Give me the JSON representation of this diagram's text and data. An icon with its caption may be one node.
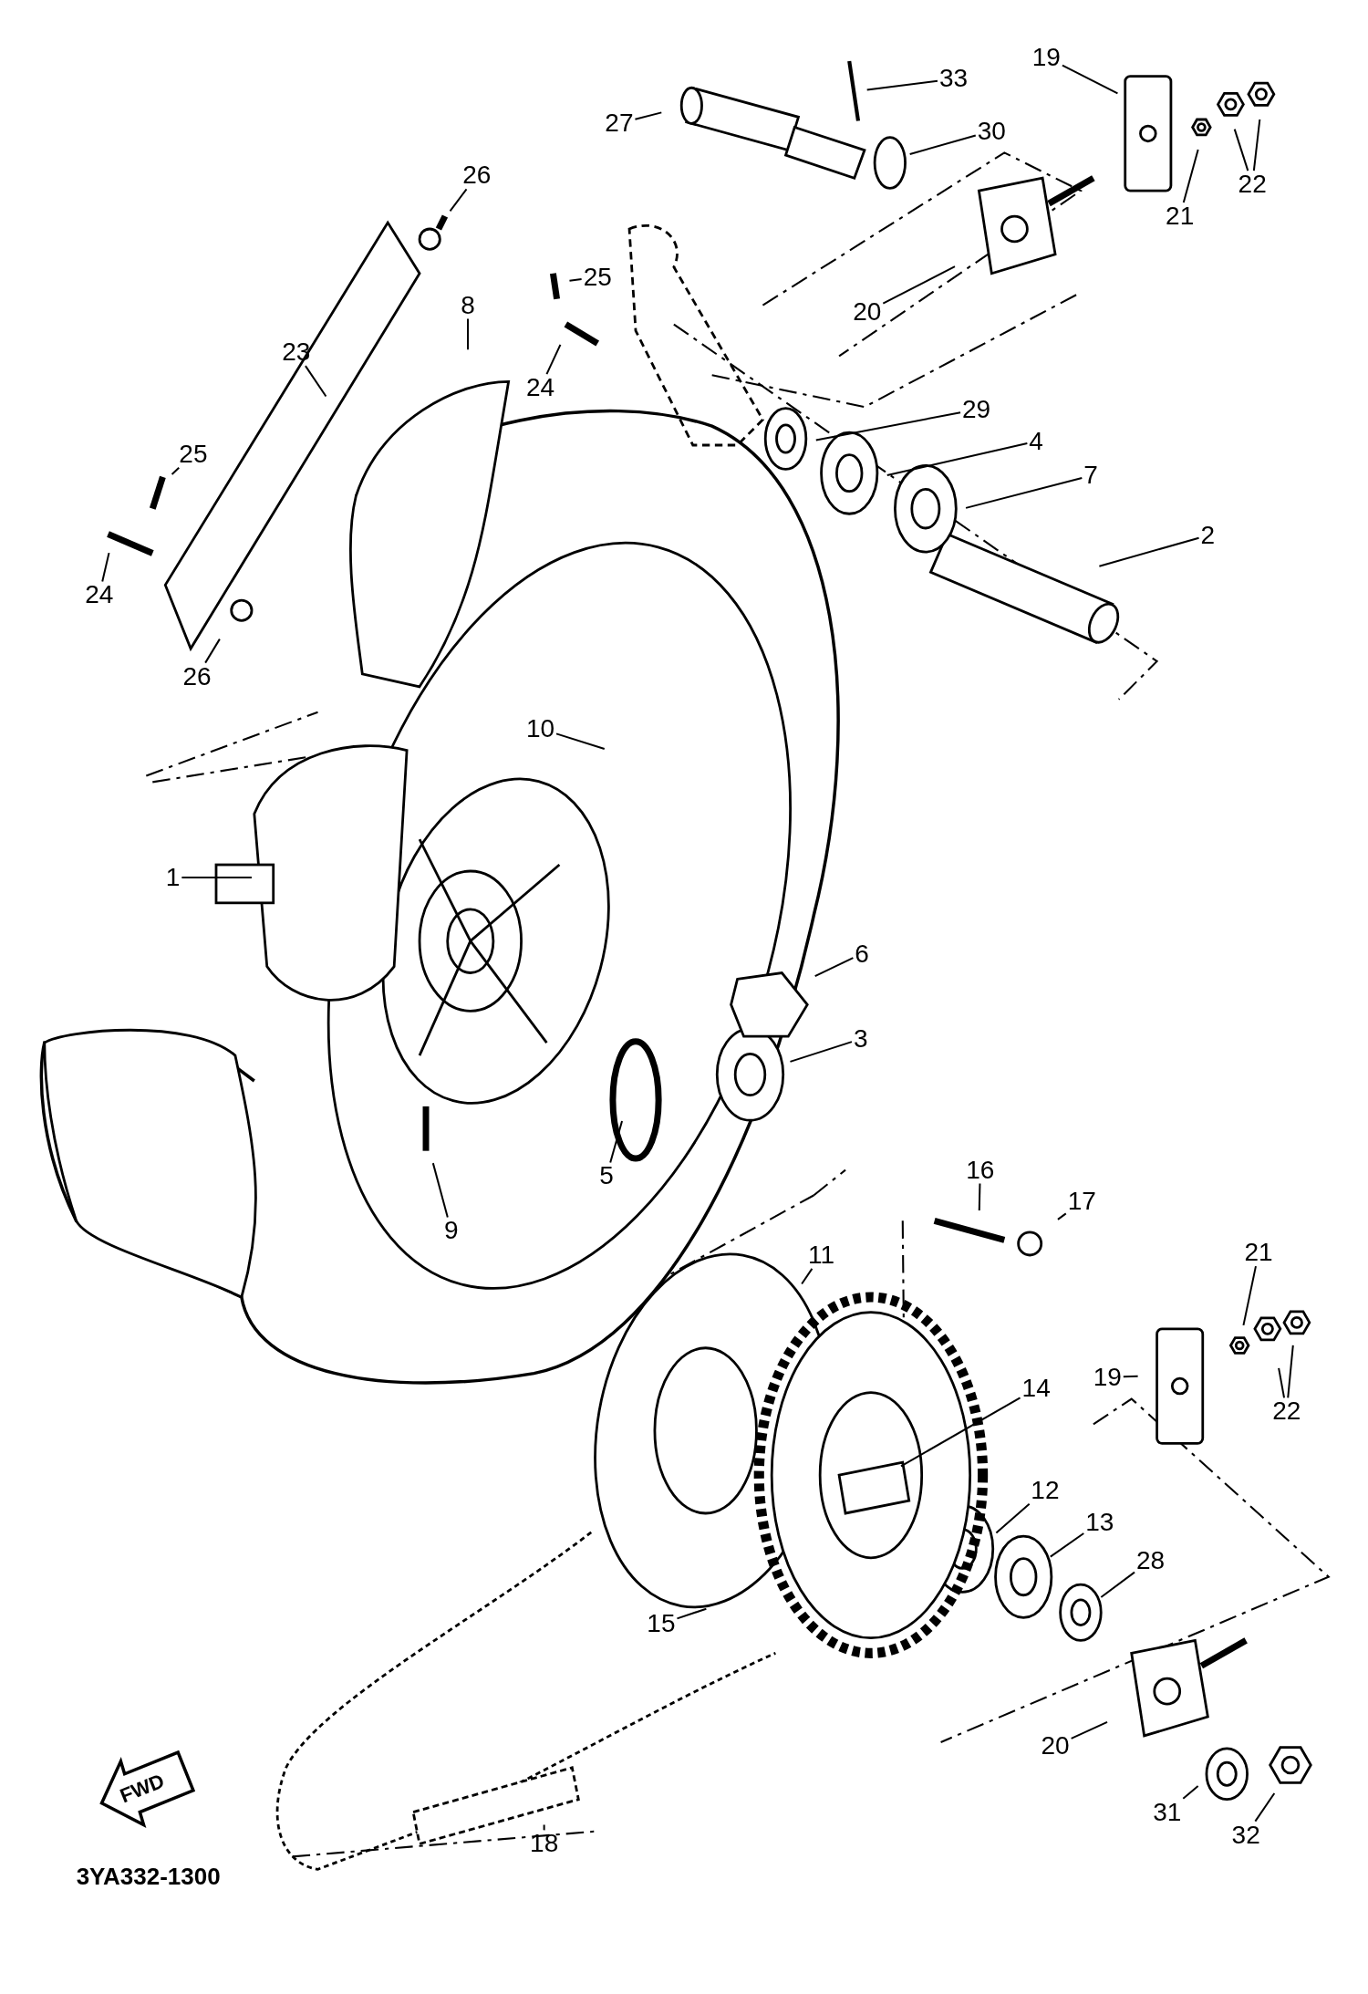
{
  "diagram": {
    "nodes": [
      {
        "text": [
          "33"
        ]
      },
      {
        "text": [
          "27"
        ]
      },
      {
        "text": [
          "19"
        ]
      },
      {
        "text": [
          "30"
        ]
      },
      {
        "text": [
          "22"
        ]
      },
      {
        "text": [
          "21"
        ]
      },
      {
        "text": [
          "26"
        ]
      },
      {
        "text": [
          "25"
        ]
      },
      {
        "text": [
          "20"
        ]
      },
      {
        "text": [
          "24"
        ]
      },
      {
        "text": [
          "23"
        ]
      },
      {
        "text": [
          "29"
        ]
      },
      {
        "text": [
          "8"
        ]
      },
      {
        "text": [
          "4"
        ]
      },
      {
        "text": [
          "25"
        ]
      },
      {
        "text": [
          "7"
        ]
      },
      {
        "text": [
          "2"
        ]
      },
      {
        "text": [
          "24"
        ]
      },
      {
        "text": [
          "26"
        ]
      },
      {
        "text": [
          "10"
        ]
      },
      {
        "text": [
          "1"
        ]
      },
      {
        "text": [
          "6"
        ]
      },
      {
        "text": [
          "3"
        ]
      },
      {
        "text": [
          "5"
        ]
      },
      {
        "text": [
          "9"
        ]
      },
      {
        "text": [
          "16"
        ]
      },
      {
        "text": [
          "17"
        ]
      },
      {
        "text": [
          "21"
        ]
      },
      {
        "text": [
          "11"
        ]
      },
      {
        "text": [
          "19"
        ]
      },
      {
        "text": [
          "14"
        ]
      },
      {
        "text": [
          "22"
        ]
      },
      {
        "text": [
          "12"
        ]
      },
      {
        "text": [
          "13"
        ]
      },
      {
        "text": [
          "28"
        ]
      },
      {
        "text": [
          "15"
        ]
      },
      {
        "text": [
          "20"
        ]
      },
      {
        "text": [
          "31"
        ]
      },
      {
        "text": [
          "32"
        ]
      },
      {
        "text": [
          "18"
        ]
      }
    ],
    "edges": [
      {
        "from": 0,
        "to": null,
        "arrow": "none"
      },
      {
        "from": 1,
        "to": null,
        "arrow": "none"
      },
      {
        "from": 2,
        "to": null,
        "arrow": "none"
      },
      {
        "from": 3,
        "to": null,
        "arrow": "none"
      },
      {
        "from": 4,
        "to": null,
        "arrow": "none"
      },
      {
        "from": 4,
        "to": null,
        "arrow": "none"
      },
      {
        "from": 5,
        "to": null,
        "arrow": "none"
      },
      {
        "from": 6,
        "to": null,
        "arrow": "none"
      },
      {
        "from": 7,
        "to": null,
        "arrow": "none"
      },
      {
        "from": 8,
        "to": null,
        "arrow": "none"
      },
      {
        "from": 9,
        "to": null,
        "arrow": "none"
      },
      {
        "from": 10,
        "to": null,
        "arrow": "none"
      },
      {
        "from": 11,
        "to": null,
        "arrow": "none"
      },
      {
        "from": 12,
        "to": null,
        "arrow": "none"
      },
      {
        "from": 13,
        "to": null,
        "arrow": "none"
      },
      {
        "from": 14,
        "to": null,
        "arrow": "none"
      },
      {
        "from": 15,
        "to": null,
        "arrow": "none"
      },
      {
        "from": 16,
        "to": null,
        "arrow": "none"
      },
      {
        "from": 17,
        "to": null,
        "arrow": "none"
      },
      {
        "from": 18,
        "to": null,
        "arrow": "none"
      },
      {
        "from": 19,
        "to": null,
        "arrow": "none"
      },
      {
        "from": 20,
        "to": null,
        "arrow": "none"
      },
      {
        "from": 21,
        "to": null,
        "arrow": "none"
      },
      {
        "from": 22,
        "to": null,
        "arrow": "none"
      },
      {
        "from": 23,
        "to": null,
        "arrow": "none"
      },
      {
        "from": 24,
        "to": null,
        "arrow": "none"
      },
      {
        "from": 25,
        "to": null,
        "arrow": "none"
      },
      {
        "from": 26,
        "to": null,
        "arrow": "none"
      },
      {
        "from": 27,
        "to": null,
        "arrow": "none"
      },
      {
        "from": 28,
        "to": null,
        "arrow": "none"
      },
      {
        "from": 29,
        "to": null,
        "arrow": "none"
      },
      {
        "from": 30,
        "to": null,
        "arrow": "none"
      },
      {
        "from": 31,
        "to": null,
        "arrow": "none"
      },
      {
        "from": 31,
        "to": null,
        "arrow": "none"
      },
      {
        "from": 32,
        "to": null,
        "arrow": "none"
      },
      {
        "from": 33,
        "to": null,
        "arrow": "none"
      },
      {
        "from": 34,
        "to": null,
        "arrow": "none"
      },
      {
        "from": 35,
        "to": null,
        "arrow": "none"
      },
      {
        "from": 36,
        "to": null,
        "arrow": "none"
      },
      {
        "from": 37,
        "to": null,
        "arrow": "none"
      },
      {
        "from": 38,
        "to": null,
        "arrow": "none"
      },
      {
        "from": 39,
        "to": null,
        "arrow": "none"
      }
    ],
    "labels": [
      "FWD",
      "3YA332-1300"
    ]
  }
}
